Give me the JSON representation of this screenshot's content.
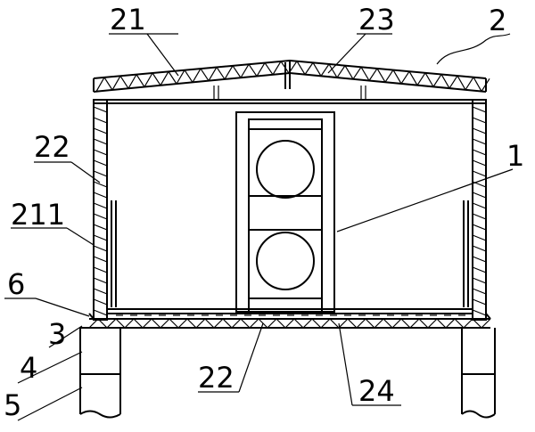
{
  "figure": {
    "labels": {
      "roof_panel": "21",
      "roof_ridge_part": "23",
      "house_assembly": "2",
      "wall_panel": "22",
      "equipment_unit": "1",
      "wall_frame": "211",
      "support_piece": "6",
      "base_plate": "3",
      "foundation_upper": "4",
      "foundation_lower": "5",
      "floor_panel": "22",
      "floor_beam": "24"
    }
  }
}
